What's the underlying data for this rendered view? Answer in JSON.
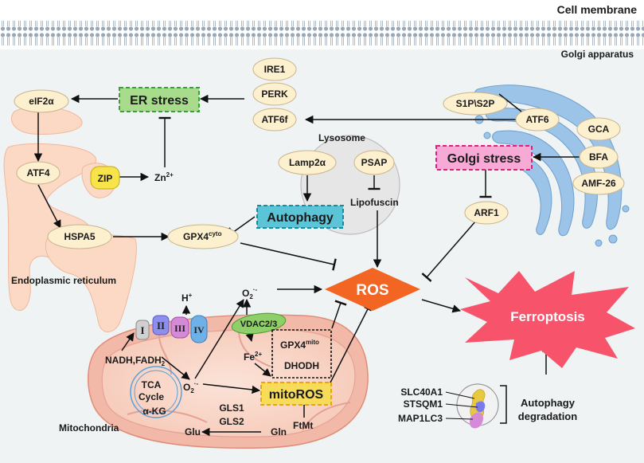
{
  "labels": {
    "cell_membrane": "Cell membrane",
    "golgi_apparatus": "Golgi apparatus",
    "lysosome": "Lysosome",
    "endoplasmic_reticulum": "Endoplasmic reticulum",
    "mitochondria": "Mitochondria",
    "autophagy_degradation_1": "Autophagy",
    "autophagy_degradation_2": "degradation"
  },
  "nodes": {
    "er_stress": "ER stress",
    "golgi_stress": "Golgi stress",
    "autophagy": "Autophagy",
    "ros": "ROS",
    "ferroptosis": "Ferroptosis",
    "mitoros": "mitoROS",
    "ire1": "IRE1",
    "perk": "PERK",
    "atf6f": "ATF6f",
    "eif2a": "eIF2α",
    "atf4": "ATF4",
    "hspa5": "HSPA5",
    "zip": "ZIP",
    "s1p_s2p": "S1P\\S2P",
    "atf6": "ATF6",
    "gca": "GCA",
    "bfa": "BFA",
    "amf26": "AMF-26",
    "arf1": "ARF1",
    "lamp2a": "Lamp2α",
    "psap": "PSAP",
    "lipofuscin": "Lipofuscin",
    "gpx4_cyto_base": "GPX4",
    "gpx4_cyto_sup": "cyto",
    "zn_base": "Zn",
    "zn_sup": "2+",
    "vdac": "VDAC2/3",
    "o2_base": "O",
    "o2_sub": "2",
    "o2_sup": "·-",
    "fe_base": "Fe",
    "fe_sup": "2+",
    "h_base": "H",
    "h_sup": "+",
    "gpx4_mito_base": "GPX4",
    "gpx4_mito_sup": "mito",
    "dhodh": "DHODH",
    "nadh_base": "NADH,FADH",
    "nadh_sub": "2",
    "tca_1": "TCA",
    "tca_2": "Cycle",
    "akg": "α-KG",
    "gls1": "GLS1",
    "gls2": "GLS2",
    "glu": "Glu",
    "gln": "Gln",
    "ftmt": "FtMt",
    "slc40a1": "SLC40A1",
    "stsqm1": "STSQM1",
    "map1lc3": "MAP1LC3",
    "complex_1": "I",
    "complex_2": "II",
    "complex_3": "III",
    "complex_4": "IV"
  },
  "colors": {
    "pill_fill": "#fdf0cf",
    "pill_stroke": "#c9b48a",
    "er_fill": "#fcd9c4",
    "golgi_fill": "#9cc3e8",
    "lyso_fill": "#e6e6e6",
    "mito_fill": "#f2b9a8",
    "er_stress_fill": "#a8dc8c",
    "er_stress_stroke": "#3aa03a",
    "golgi_stress_fill": "#f7aad6",
    "golgi_stress_stroke": "#e0207f",
    "autophagy_fill": "#5bc4d6",
    "autophagy_stroke": "#1a8aa0",
    "ros_fill": "#f26522",
    "ferro_fill": "#f7536b",
    "mitoros_fill": "#f7dc5a",
    "mitoros_stroke": "#e8a40c",
    "vdac_fill": "#8fcf6a"
  }
}
